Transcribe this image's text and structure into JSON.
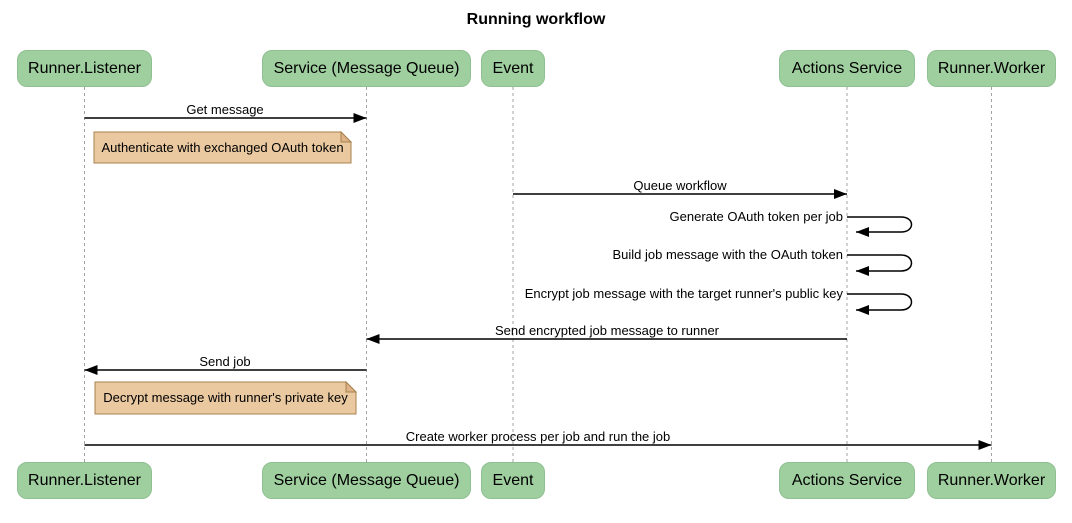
{
  "title": "Running workflow",
  "diagram_type": "sequence",
  "participants": [
    {
      "label": "Runner.Listener"
    },
    {
      "label": "Service (Message Queue)"
    },
    {
      "label": "Event"
    },
    {
      "label": "Actions Service"
    },
    {
      "label": "Runner.Worker"
    }
  ],
  "messages": [
    {
      "label": "Get message",
      "from": "Runner.Listener",
      "to": "Service (Message Queue)",
      "kind": "solid-arrow"
    },
    {
      "label": "Queue workflow",
      "from": "Event",
      "to": "Actions Service",
      "kind": "solid-arrow"
    },
    {
      "label": "Generate OAuth token per job",
      "from": "Actions Service",
      "to": "Actions Service",
      "kind": "self-loop"
    },
    {
      "label": "Build job message with the OAuth token",
      "from": "Actions Service",
      "to": "Actions Service",
      "kind": "self-loop"
    },
    {
      "label": "Encrypt job message with the target runner's public key",
      "from": "Actions Service",
      "to": "Actions Service",
      "kind": "self-loop"
    },
    {
      "label": "Send encrypted job message to runner",
      "from": "Actions Service",
      "to": "Service (Message Queue)",
      "kind": "solid-arrow"
    },
    {
      "label": "Send job",
      "from": "Service (Message Queue)",
      "to": "Runner.Listener",
      "kind": "solid-arrow"
    },
    {
      "label": "Create worker process per job and run the job",
      "from": "Runner.Listener",
      "to": "Runner.Worker",
      "kind": "solid-arrow"
    }
  ],
  "notes": [
    {
      "label": "Authenticate with exchanged OAuth token",
      "position": "right of Runner.Listener"
    },
    {
      "label": "Decrypt message with runner's private key",
      "position": "right of Runner.Listener"
    }
  ],
  "colors": {
    "actor_fill": "#9fce9f",
    "actor_border": "#8fc092",
    "note_fill": "#eac9a0",
    "note_border": "#a8824f",
    "note_fold": "#ddb286",
    "lifeline": "#a3a3a3",
    "message_line": "#000000",
    "text": "#000000",
    "background": "#ffffff"
  }
}
